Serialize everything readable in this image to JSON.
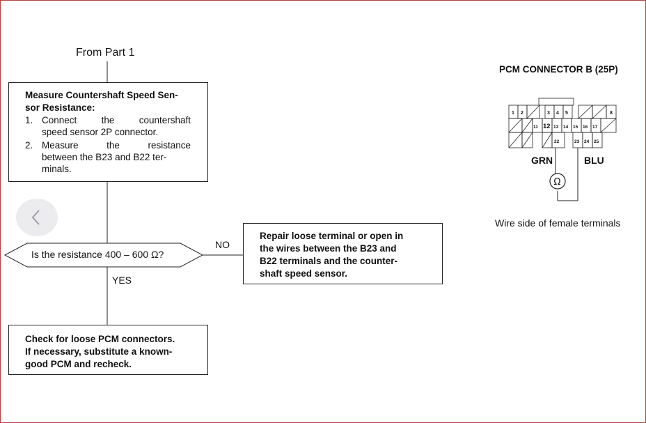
{
  "flowchart": {
    "start_label": "From Part 1",
    "step1": {
      "title_line1": "Measure Countershaft Speed Sen-",
      "title_line2": "sor Resistance:",
      "item1_num": "1.",
      "item1_line1": [
        "Connect",
        "the",
        "countershaft"
      ],
      "item1_line2": "speed sensor 2P connector.",
      "item2_num": "2.",
      "item2_line1": [
        "Measure",
        "the",
        "resistance"
      ],
      "item2_line2": "between the B23 and B22 ter-",
      "item2_line3": "minals."
    },
    "decision": {
      "question": "Is the resistance 400 – 600 Ω?"
    },
    "no_label": "NO",
    "yes_label": "YES",
    "repair_box": {
      "line1": "Repair loose terminal or open in",
      "line2": "the wires between the B23 and",
      "line3": "B22 terminals and the counter-",
      "line4": "shaft speed sensor."
    },
    "check_box": {
      "line1": "Check for loose PCM connectors.",
      "line2": "If necessary, substitute a known-",
      "line3": "good PCM and recheck."
    }
  },
  "connector": {
    "title": "PCM CONNECTOR B (25P)",
    "row1_pins": [
      "1",
      "2",
      "3",
      "4",
      "5",
      "8"
    ],
    "row2_pins": [
      "11",
      "12",
      "13",
      "14",
      "15",
      "16",
      "17"
    ],
    "row3_pins": [
      "22",
      "23",
      "24",
      "25"
    ],
    "wire_left": "GRN",
    "wire_right": "BLU",
    "meter_symbol": "Ω",
    "caption": "Wire side of female terminals"
  },
  "colors": {
    "frame_border": "#b0413e",
    "line": "#222222",
    "nav_button": "#e9e9ec"
  },
  "nav": {
    "prev_icon": "chevron-left-icon"
  }
}
